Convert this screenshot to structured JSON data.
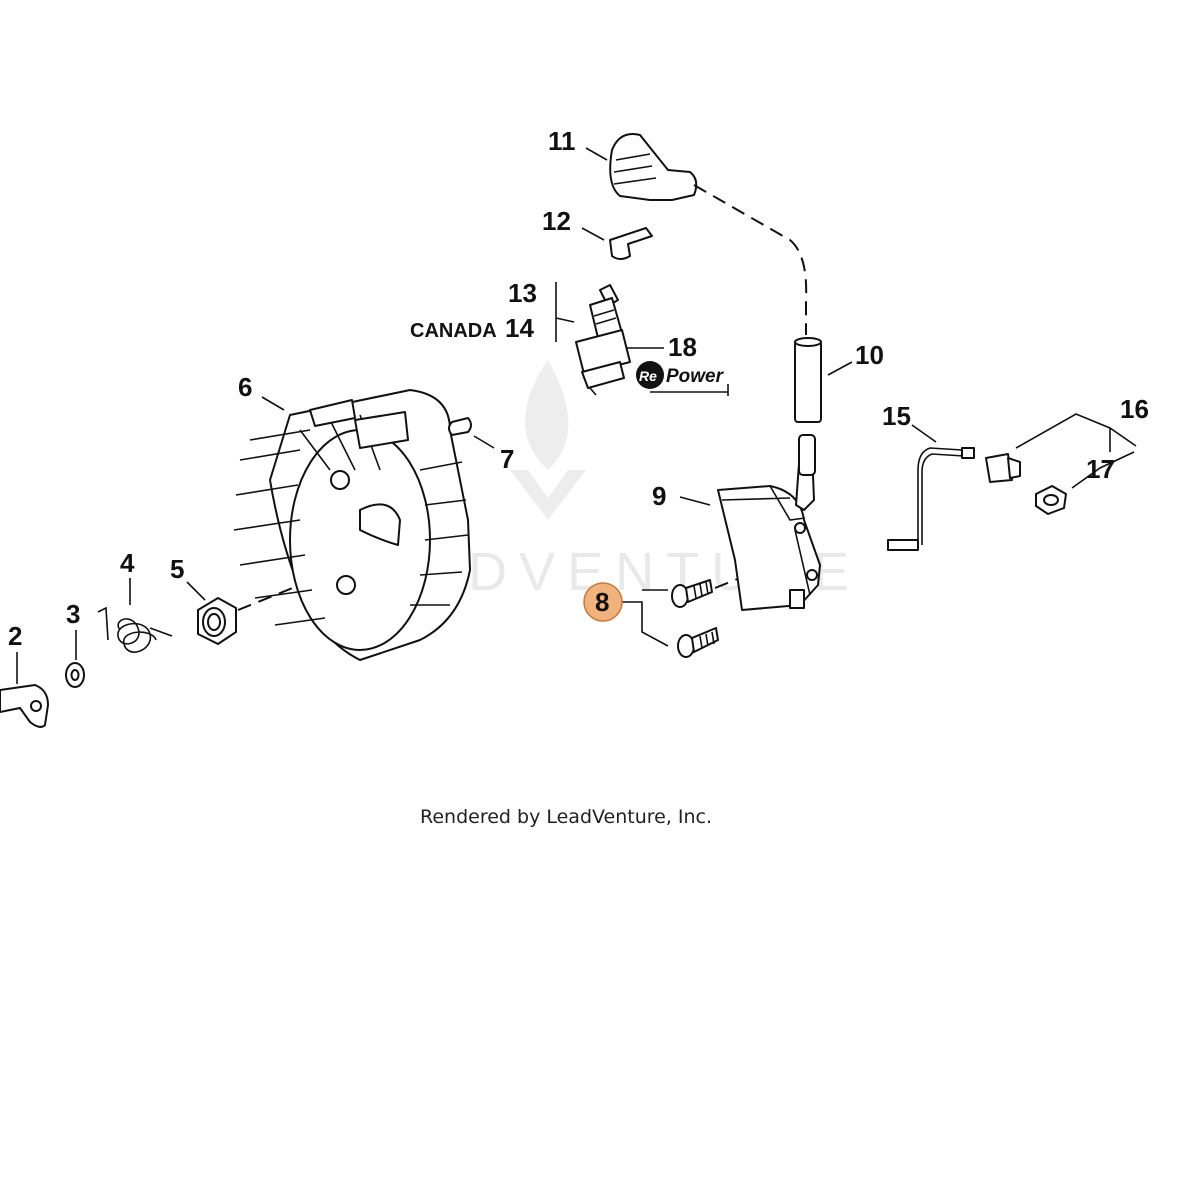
{
  "watermark": {
    "text": "LEADVENTURE"
  },
  "credit": "Rendered by LeadVenture, Inc.",
  "badge": {
    "text": "RePower",
    "prefix": "Re",
    "suffix": "Power"
  },
  "callouts": {
    "c2": "2",
    "c3": "3",
    "c4": "4",
    "c5": "5",
    "c6": "6",
    "c7": "7",
    "c8": "8",
    "c9": "9",
    "c10": "10",
    "c11": "11",
    "c12": "12",
    "c13": "13",
    "c14": "14",
    "c15": "15",
    "c16": "16",
    "c17": "17",
    "c18": "18"
  },
  "canada_label": "CANADA",
  "highlight": {
    "callout": "8",
    "color": "#f2b27e",
    "border": "#c77a3a"
  }
}
